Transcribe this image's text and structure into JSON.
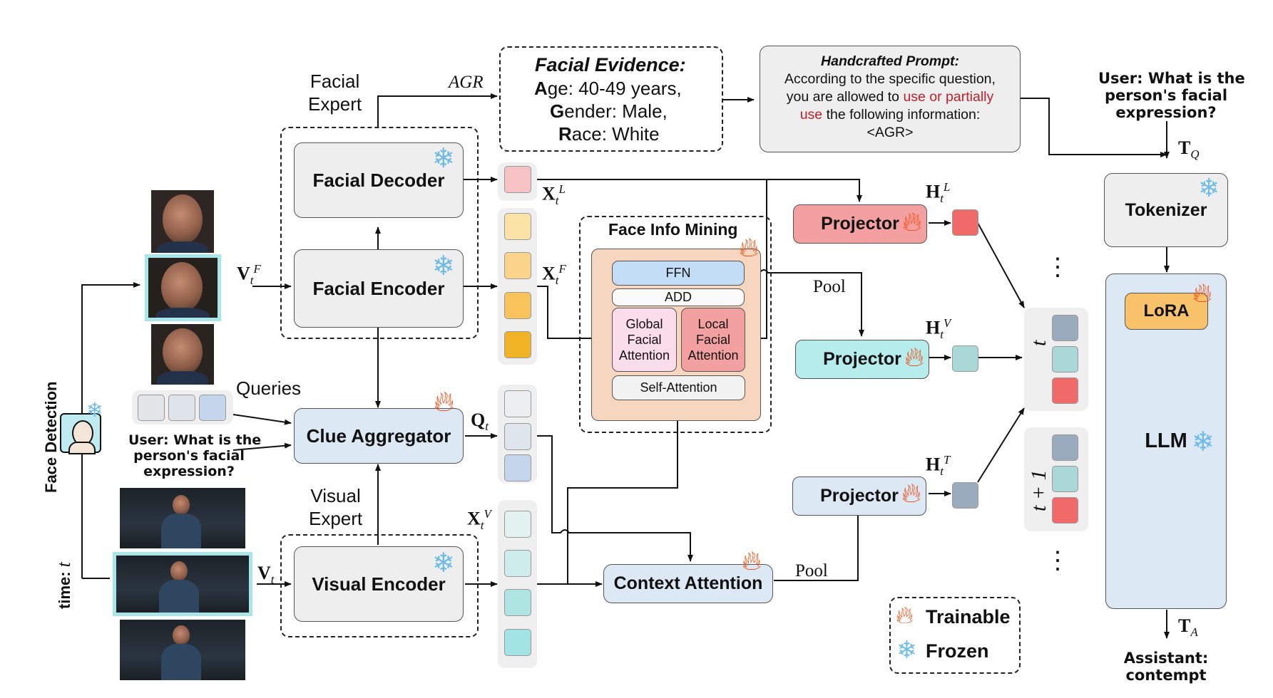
{
  "facial_evidence": {
    "title": "Facial Evidence:",
    "age_initial": "A",
    "age_text": "ge: 40-49 years,",
    "gender_initial": "G",
    "gender_text": "ender: Male,",
    "race_initial": "R",
    "race_text": "ace: White"
  },
  "handcrafted_prompt": {
    "title": "Handcrafted Prompt:",
    "line1": "According to the specific question,",
    "line2_pre": "you are allowed to ",
    "line2_red": "use or partially",
    "line3_red": "use",
    "line3_post": " the following information:",
    "line4": "<AGR>"
  },
  "facial_expert_label": "Facial\nExpert",
  "visual_expert_label": "Visual\nExpert",
  "agr_label": "AGR",
  "facial_decoder": "Facial Decoder",
  "facial_encoder": "Facial Encoder",
  "clue_aggregator": "Clue Aggregator",
  "visual_encoder": "Visual Encoder",
  "context_attention": "Context Attention",
  "face_info_mining": {
    "title": "Face Info Mining",
    "ffn": "FFN",
    "add": "ADD",
    "global": "Global\nFacial\nAttention",
    "local": "Local\nFacial\nAttention",
    "self": "Self-Attention"
  },
  "projector_label": "Projector",
  "pool_label": "Pool",
  "queries_label": "Queries",
  "user_question": "User: What is the\nperson's facial\nexpression?",
  "tokenizer": "Tokenizer",
  "lora": "LoRA",
  "llm": "LLM",
  "assistant": "Assistant:\ncontempt",
  "face_detection": "Face Detection",
  "time_label": "time:",
  "time_var": "t",
  "legend": {
    "trainable": "Trainable",
    "frozen": "Frozen"
  },
  "math": {
    "XL": "X",
    "XL_sub": "t",
    "XL_sup": "L",
    "XF": "X",
    "XF_sub": "t",
    "XF_sup": "F",
    "XV": "X",
    "XV_sub": "t",
    "XV_sup": "V",
    "Q": "Q",
    "Q_sub": "t",
    "VF": "V",
    "VF_sub": "t",
    "VF_sup": "F",
    "V": "V",
    "V_sub": "t",
    "HL": "H",
    "HL_sub": "t",
    "HL_sup": "L",
    "HV": "H",
    "HV_sub": "t",
    "HV_sup": "V",
    "HT": "H",
    "HT_sub": "t",
    "HT_sup": "T",
    "TQ": "T",
    "TQ_sub": "Q",
    "TA": "T",
    "TA_sub": "A",
    "t_label": "t",
    "t1_label": "t + 1",
    "dots": "⋮"
  },
  "icons": {
    "trainable": "flame-icon",
    "frozen": "snowflake-icon"
  },
  "colors": {
    "accent_red": "#c0202a",
    "box_gray": "#eeeeee",
    "box_blue": "#dde8f5",
    "projector_red": "#f5a0a0",
    "projector_cyan": "#b6ecec",
    "lora_orange": "#f8c26a",
    "mining_bg": "#f7d6c0"
  }
}
